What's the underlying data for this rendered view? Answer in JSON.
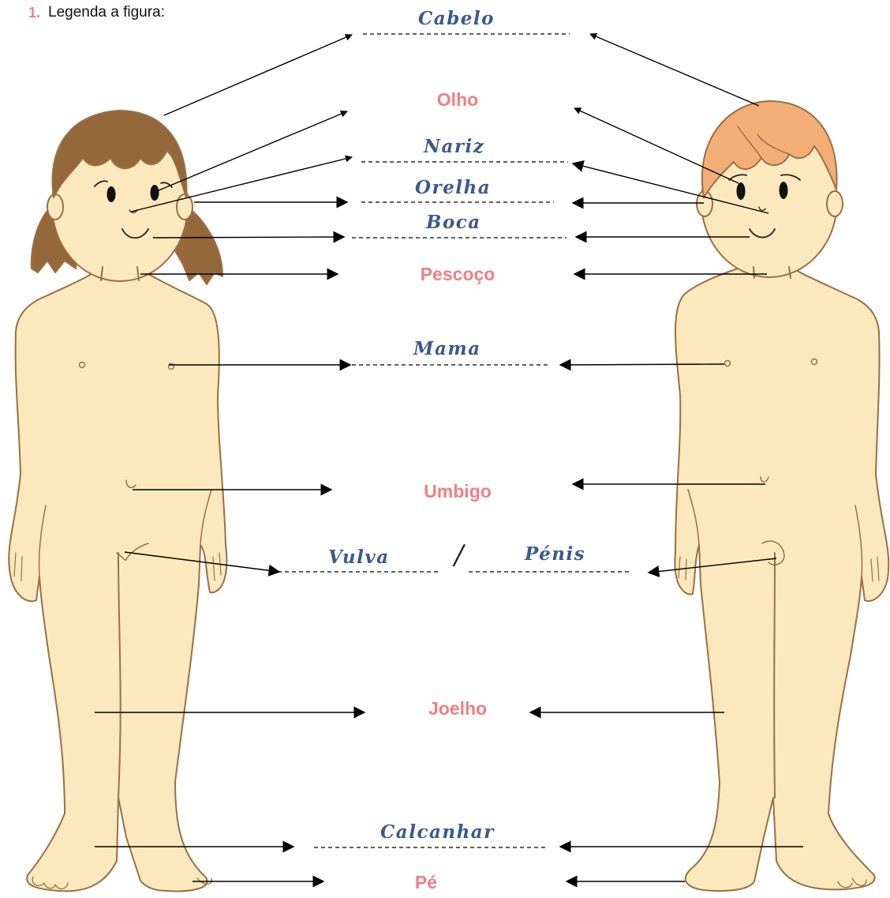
{
  "question": {
    "number": "1.",
    "text": "Legenda a figura:"
  },
  "handwritten_answers": {
    "cabelo": "Cabelo",
    "nariz": "Nariz",
    "orelha": "Orelha",
    "boca": "Boca",
    "mama": "Mama",
    "vulva": "Vulva",
    "separator": "/",
    "penis": "Pénis",
    "calcanhar": "Calcanhar"
  },
  "printed_labels": {
    "olho": "Olho",
    "pescoco": "Pescoço",
    "umbigo": "Umbigo",
    "joelho": "Joelho",
    "pe": "Pé"
  },
  "colors": {
    "skin": "#fce8bd",
    "outline": "#9a6f45",
    "girl_hair": "#94683a",
    "boy_hair": "#f3ae77",
    "handwriting": "#3b5a8c",
    "printed_label": "#ef7f84",
    "question_number": "#e8808a"
  },
  "icons": [
    "girl-figure",
    "boy-figure",
    "arrow"
  ]
}
